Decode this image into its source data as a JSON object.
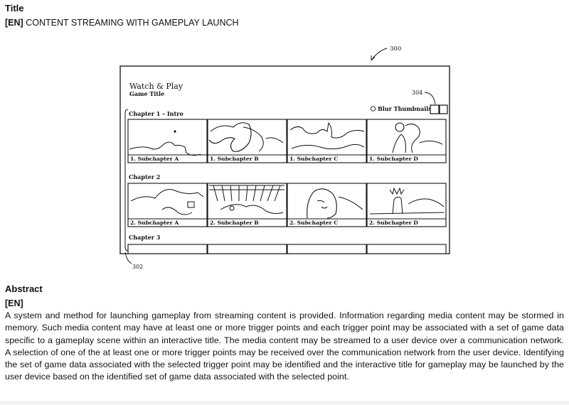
{
  "title_section": {
    "heading": "Title",
    "lang_tag": "[EN]",
    "text": "CONTENT STREAMING WITH GAMEPLAY LAUNCH"
  },
  "figure": {
    "ref_main": "300",
    "ref_blur": "304",
    "ref_list": "302",
    "app_title": "Watch & Play",
    "game_title": "Game Title",
    "blur_label": "Blur Thumbnails",
    "chapters": [
      {
        "label": "Chapter 1 – Intro",
        "thumbs": [
          {
            "caption": "1. Subchapter A"
          },
          {
            "caption": "1. Subchapter B"
          },
          {
            "caption": "1. Subchapter C"
          },
          {
            "caption": "1. Subchapter D"
          }
        ]
      },
      {
        "label": "Chapter 2",
        "thumbs": [
          {
            "caption": "2. Subchapter A"
          },
          {
            "caption": "2. Subchapter B"
          },
          {
            "caption": "2. Subchapter C"
          },
          {
            "caption": "2. Subchapter D"
          }
        ]
      },
      {
        "label": "Chapter 3",
        "thumbs": []
      }
    ]
  },
  "abstract_section": {
    "heading": "Abstract",
    "lang_tag": "[EN]",
    "text": "A system and method for launching gameplay from streaming content is provided. Information regarding media content may be stormed in memory. Such media content may have at least one or more trigger points and each trigger point may be associated with a set of game data specific to a gameplay scene within an interactive title. The media content may be streamed to a user device over a communication network. A selection of one of the at least one or more trigger points may be received over the communication network from the user device. Identifying the set of game data associated with the selected trigger point may be identified and the interactive title for gameplay may be launched by the user device based on the identified set of game data associated with the selected point."
  }
}
